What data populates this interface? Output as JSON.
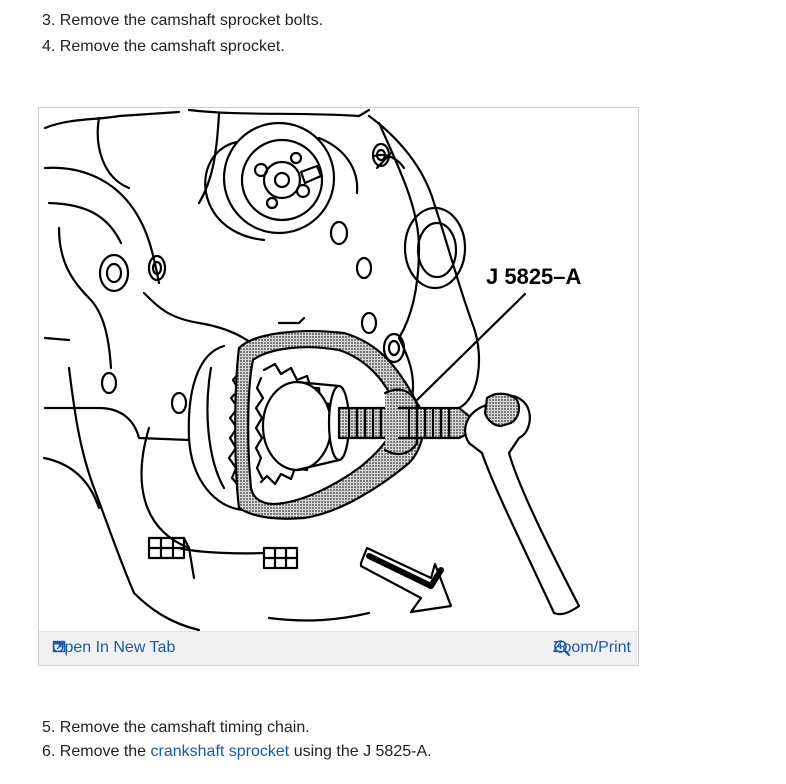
{
  "steps_top": [
    {
      "number": "3.",
      "text": "Remove the camshaft sprocket bolts."
    },
    {
      "number": "4.",
      "text": "Remove the camshaft sprocket."
    }
  ],
  "figure": {
    "callout": "J 5825–A",
    "open_tab_label": "Open In New Tab",
    "zoom_label": "Zoom/Print",
    "icons": {
      "open": "external-link-icon",
      "zoom": "magnifier-plus-icon"
    }
  },
  "steps_bottom": {
    "step5": {
      "number": "5.",
      "text": "Remove the camshaft timing chain."
    },
    "step6": {
      "number": "6.",
      "before": "Remove the",
      "link": "crankshaft sprocket",
      "after": "using the J 5825-A."
    }
  },
  "colors": {
    "link": "#1a5aa8",
    "toolbar": "#f1f1f1",
    "border": "#cfcfcf"
  }
}
